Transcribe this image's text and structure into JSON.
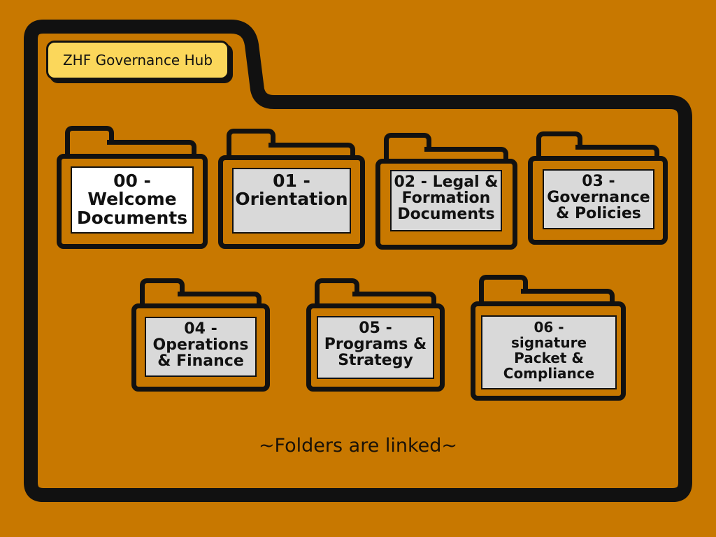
{
  "hub": {
    "title": "ZHF Governance Hub"
  },
  "folders": [
    {
      "label": "00 -\nWelcome\nDocuments",
      "card_color": "white"
    },
    {
      "label": "01 -\nOrientation",
      "card_color": "grey"
    },
    {
      "label": "02 - Legal &\nFormation\nDocuments",
      "card_color": "grey"
    },
    {
      "label": "03 -\nGovernance\n& Policies",
      "card_color": "grey"
    },
    {
      "label": "04 -\nOperations\n& Finance",
      "card_color": "grey"
    },
    {
      "label": "05 -\nPrograms &\nStrategy",
      "card_color": "grey"
    },
    {
      "label": "06 -\nsignature\nPacket &\nCompliance",
      "card_color": "grey"
    }
  ],
  "footer": {
    "note": "~Folders are linked~"
  },
  "colors": {
    "background": "#c87800",
    "outline": "#111111",
    "hub_label": "#fbd75b",
    "card_grey": "#d9d9d9",
    "card_white": "#ffffff"
  },
  "icons": {
    "big_folder": "folder-icon",
    "small_folder": "folder-icon"
  }
}
